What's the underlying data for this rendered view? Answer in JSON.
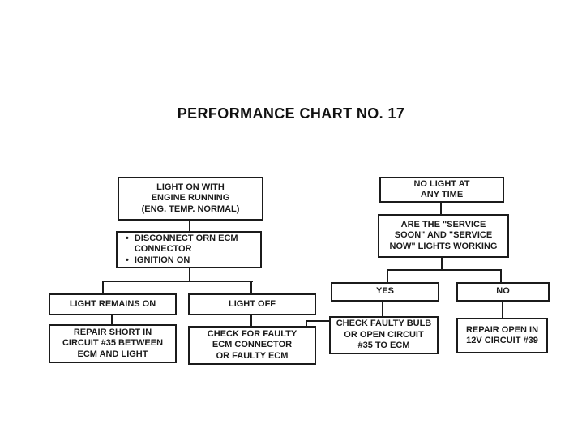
{
  "title": "PERFORMANCE CHART NO. 17",
  "bullet_char": "•",
  "colors": {
    "ink": "#1b1b1b",
    "background": "#ffffff"
  },
  "nodes": {
    "light_on": {
      "lines": [
        "LIGHT ON WITH",
        "ENGINE RUNNING",
        "(ENG. TEMP. NORMAL)"
      ]
    },
    "disconnect": {
      "items": [
        "DISCONNECT ORN ECM CONNECTOR",
        "IGNITION ON"
      ]
    },
    "light_remains_on": {
      "label": "LIGHT REMAINS ON"
    },
    "light_off": {
      "label": "LIGHT OFF"
    },
    "repair_short": {
      "lines": [
        "REPAIR SHORT IN",
        "CIRCUIT #35 BETWEEN",
        "ECM AND LIGHT"
      ]
    },
    "check_faulty_ecm": {
      "lines": [
        "CHECK FOR FAULTY",
        "ECM CONNECTOR",
        "OR FAULTY ECM"
      ]
    },
    "no_light": {
      "lines": [
        "NO LIGHT AT",
        "ANY TIME"
      ]
    },
    "service_lights": {
      "lines": [
        "ARE THE \"SERVICE",
        "SOON\" AND \"SERVICE",
        "NOW\" LIGHTS WORKING"
      ]
    },
    "yes": {
      "label": "YES"
    },
    "no": {
      "label": "NO"
    },
    "check_bulb": {
      "lines": [
        "CHECK FAULTY BULB",
        "OR OPEN CIRCUIT",
        "#35 TO ECM"
      ]
    },
    "repair_open": {
      "lines": [
        "REPAIR OPEN IN",
        "12V CIRCUIT #39"
      ]
    }
  }
}
